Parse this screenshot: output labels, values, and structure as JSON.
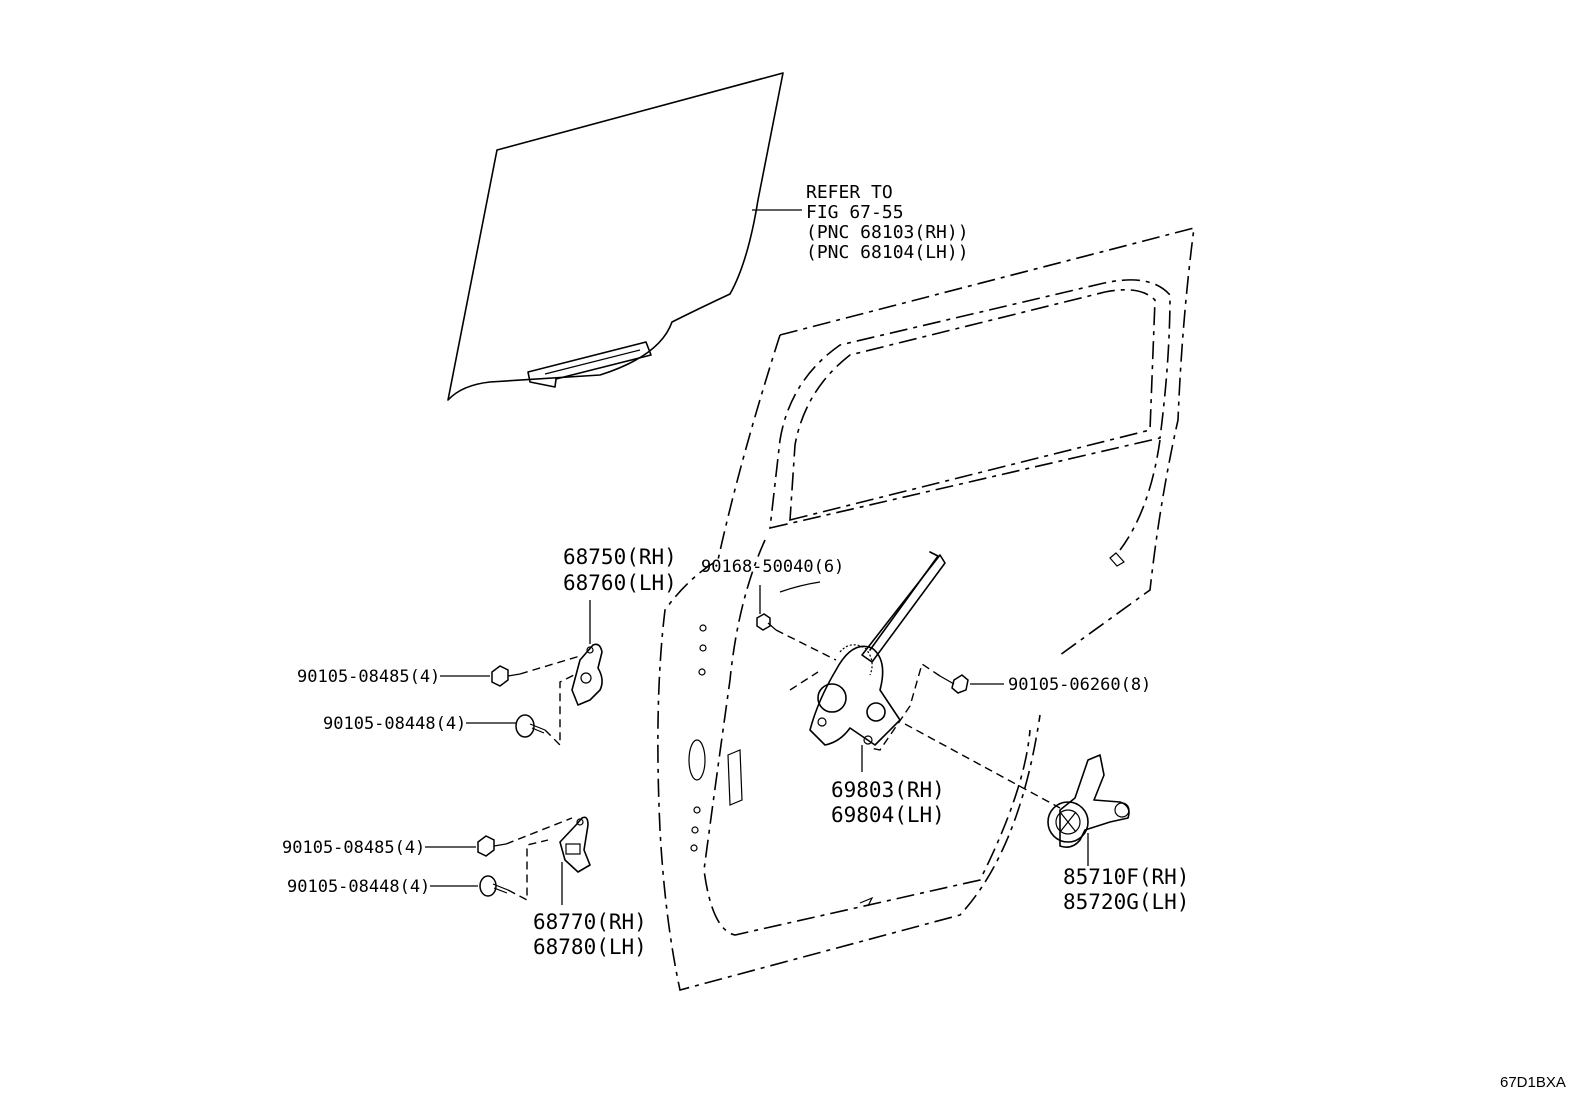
{
  "figure": {
    "code": "67D1BXA"
  },
  "glass_reference": {
    "line1": "REFER TO",
    "line2": "FIG 67-55",
    "line3": "(PNC 68103(RH))",
    "line4": "(PNC 68104(LH))"
  },
  "parts": {
    "upper_hinge": {
      "rh": "68750(RH)",
      "lh": "68760(LH)"
    },
    "lower_hinge": {
      "rh": "68770(RH)",
      "lh": "68780(LH)"
    },
    "regulator": {
      "rh": "69803(RH)",
      "lh": "69804(LH)"
    },
    "motor": {
      "rh": "85710F(RH)",
      "lh": "85720G(LH)"
    }
  },
  "fasteners": {
    "upper_bolt_a": "90105-08485(4)",
    "upper_bolt_b": "90105-08448(4)",
    "lower_bolt_a": "90105-08485(4)",
    "lower_bolt_b": "90105-08448(4)",
    "regulator_bolt": "90105-06260(8)",
    "screw": "90168-50040(6)"
  }
}
